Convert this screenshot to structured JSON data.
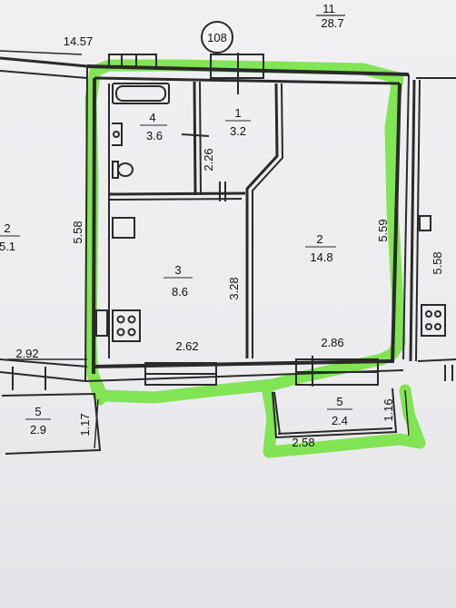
{
  "plan": {
    "apartment_number": "108",
    "top_right": {
      "top": "11",
      "bottom": "28.7"
    },
    "top_left_dim": "14.57",
    "rooms": [
      {
        "id": "room-4",
        "num": "4",
        "area": "3.6"
      },
      {
        "id": "room-1",
        "num": "1",
        "area": "3.2"
      },
      {
        "id": "room-2",
        "num": "2",
        "area": "14.8"
      },
      {
        "id": "room-3",
        "num": "3",
        "area": "8.6"
      },
      {
        "id": "balcony-5",
        "num": "5",
        "area": "2.4"
      },
      {
        "id": "left-room-2",
        "num": "2",
        "area": "5.1"
      },
      {
        "id": "left-balcony-5",
        "num": "5",
        "area": "2.9"
      }
    ],
    "dims": {
      "d558_left": "5.58",
      "d226": "2.26",
      "d328": "3.28",
      "d559": "5.59",
      "d558_right": "5.58",
      "d262": "2.62",
      "d286": "2.86",
      "d292": "2.92",
      "d258": "2.58",
      "d116": "1.16",
      "d117": "1.17"
    },
    "colors": {
      "highlight": "#6fe33a",
      "line": "#2a2a2a"
    }
  }
}
